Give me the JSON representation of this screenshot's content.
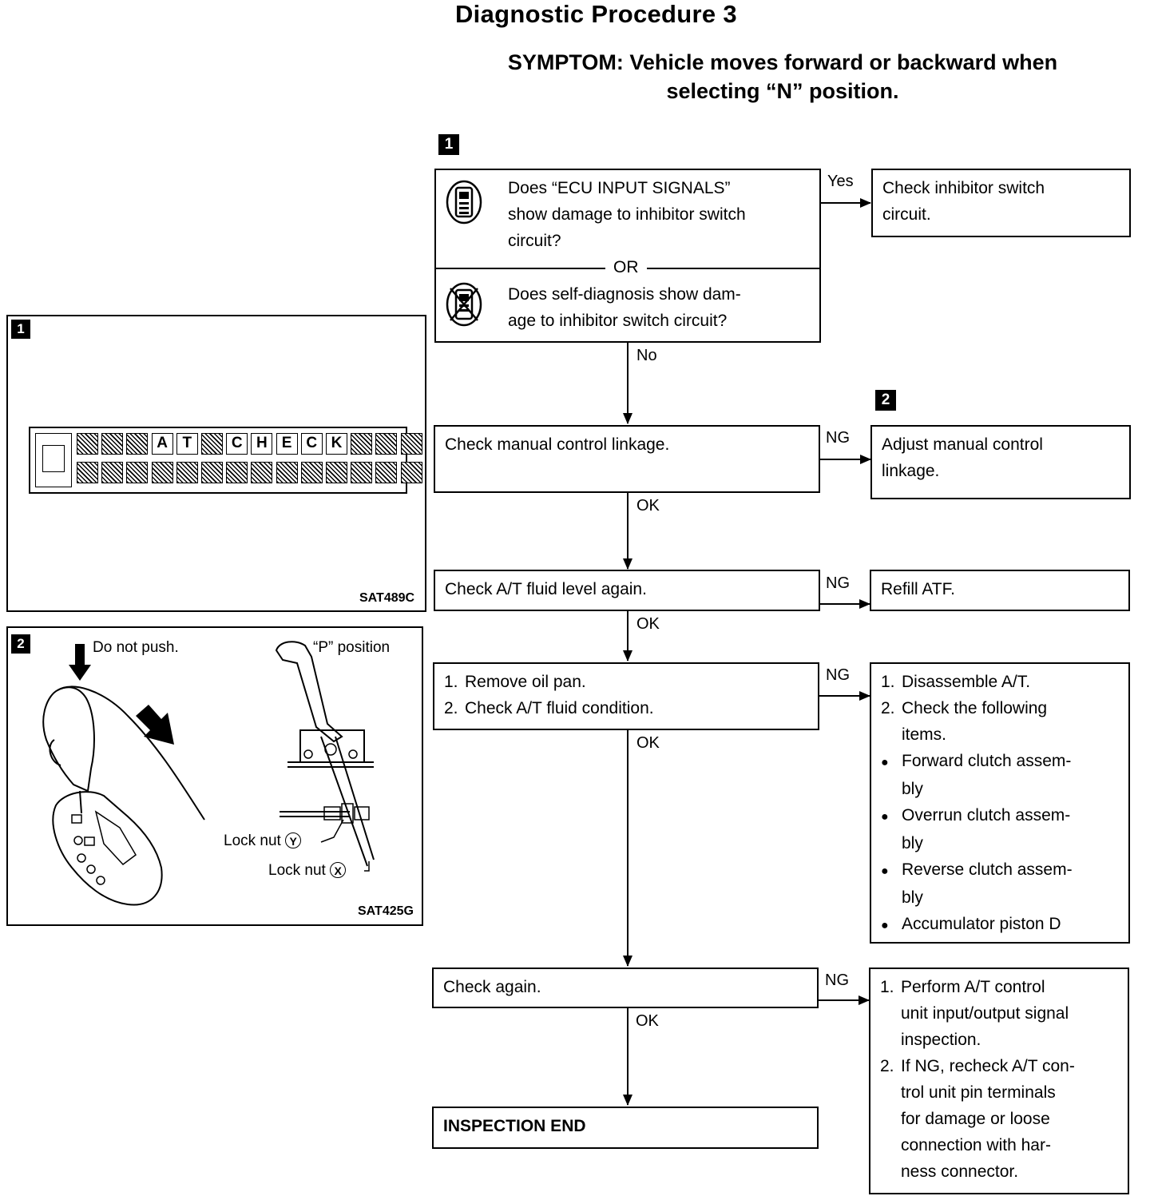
{
  "title": "Diagnostic Procedure 3",
  "symptom": {
    "line1": "SYMPTOM: Vehicle moves forward or backward when",
    "line2": "selecting “N” position."
  },
  "tags": {
    "step1": "1",
    "step2": "2"
  },
  "decision": {
    "q1": [
      "Does “ECU INPUT SIGNALS”",
      "show damage to inhibitor switch",
      "circuit?"
    ],
    "or_label": "OR",
    "q2": [
      "Does self-diagnosis show dam-",
      "age to inhibitor switch circuit?"
    ],
    "yes_label": "Yes",
    "no_label": "No",
    "yes_action": [
      "Check inhibitor switch",
      "circuit."
    ]
  },
  "step_linkage": {
    "text": "Check manual control linkage.",
    "ng_label": "NG",
    "ok_label": "OK",
    "ng_action": [
      "Adjust manual control",
      "linkage."
    ]
  },
  "step_fluid": {
    "text": "Check A/T fluid level again.",
    "ng_label": "NG",
    "ok_label": "OK",
    "ng_action": "Refill ATF."
  },
  "step_oilpan": {
    "items": [
      "Remove oil pan.",
      "Check A/T fluid condition."
    ],
    "ng_label": "NG",
    "ok_label": "OK",
    "ng_action": {
      "item1": "Disassemble A/T.",
      "item2a": "Check the following",
      "item2b": "items.",
      "bullets": [
        [
          "Forward clutch assem-",
          "bly"
        ],
        [
          "Overrun clutch assem-",
          "bly"
        ],
        [
          "Reverse clutch assem-",
          "bly"
        ],
        [
          "Accumulator piston D"
        ]
      ]
    }
  },
  "step_again": {
    "text": "Check again.",
    "ng_label": "NG",
    "ok_label": "OK",
    "ng_action": {
      "item1": [
        "Perform A/T control",
        "unit input/output signal",
        "inspection."
      ],
      "item2": [
        "If NG, recheck A/T con-",
        "trol unit pin terminals",
        "for damage or loose",
        "connection with har-",
        "ness connector."
      ]
    }
  },
  "end": "INSPECTION END",
  "figure1": {
    "tag": "1",
    "code": "SAT489C",
    "top_row": [
      "",
      "",
      "",
      "A",
      "T",
      "",
      "C",
      "H",
      "E",
      "C",
      "K",
      "",
      "",
      ""
    ]
  },
  "figure2": {
    "tag": "2",
    "code": "SAT425G",
    "do_not_push": "Do not push.",
    "p_position": "“P” position",
    "lock_nut_y": "Lock nut",
    "lock_nut_x": "Lock nut",
    "y": "Y",
    "x": "X"
  }
}
